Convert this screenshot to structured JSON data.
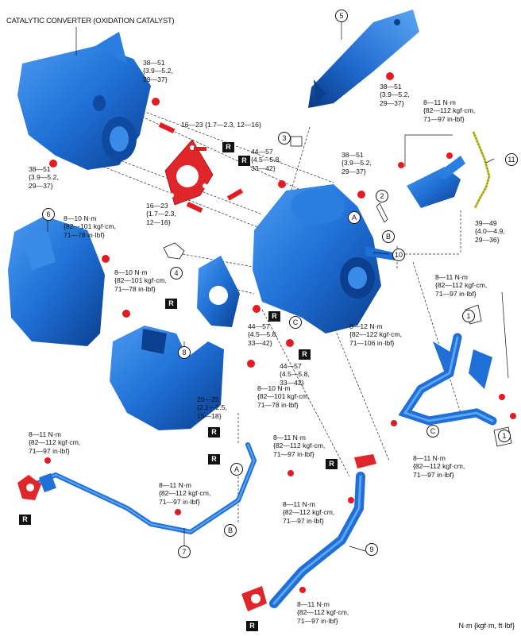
{
  "title": "CATALYTIC CONVERTER (OXIDATION CATALYST)",
  "unit_note": "N·m {kgf·m, ft·lbf}",
  "r_mark": "R",
  "part_numbers": [
    "1",
    "2",
    "3",
    "4",
    "5",
    "6",
    "7",
    "8",
    "9",
    "10",
    "11"
  ],
  "ref_letters": [
    "A",
    "B",
    "C"
  ],
  "torques": {
    "t38_51": "38—51\n{3.9—5.2,\n29—37}",
    "t16_23_a": "16—23 {1.7—2.3, 12—16}",
    "t16_23_b": "16—23\n{1.7—2.3,\n12—16}",
    "t44_57": "44—57\n{4.5—5.8,\n33—42}",
    "t8_10": "8—10 N·m\n{82—101 kgf·cm,\n71—78 in·lbf}",
    "t8_11": "8—11 N·m\n{82—112 kgf·cm,\n71—97 in·lbf}",
    "t8_12": "8—12 N·m\n{82—122 kgf·cm,\n71—106 in·lbf}",
    "t39_49": "39—49\n{4.0—4.9,\n29—36}",
    "t20_25": "20—25\n{2.1—2.5,\n15—18}"
  },
  "colors": {
    "part_blue": "#1f6fd6",
    "part_dark": "#0b3f8f",
    "gasket_red": "#e0262b",
    "bolt_red": "#e31b23",
    "sensor_green": "#c8c83a",
    "r_box": "#111111"
  }
}
